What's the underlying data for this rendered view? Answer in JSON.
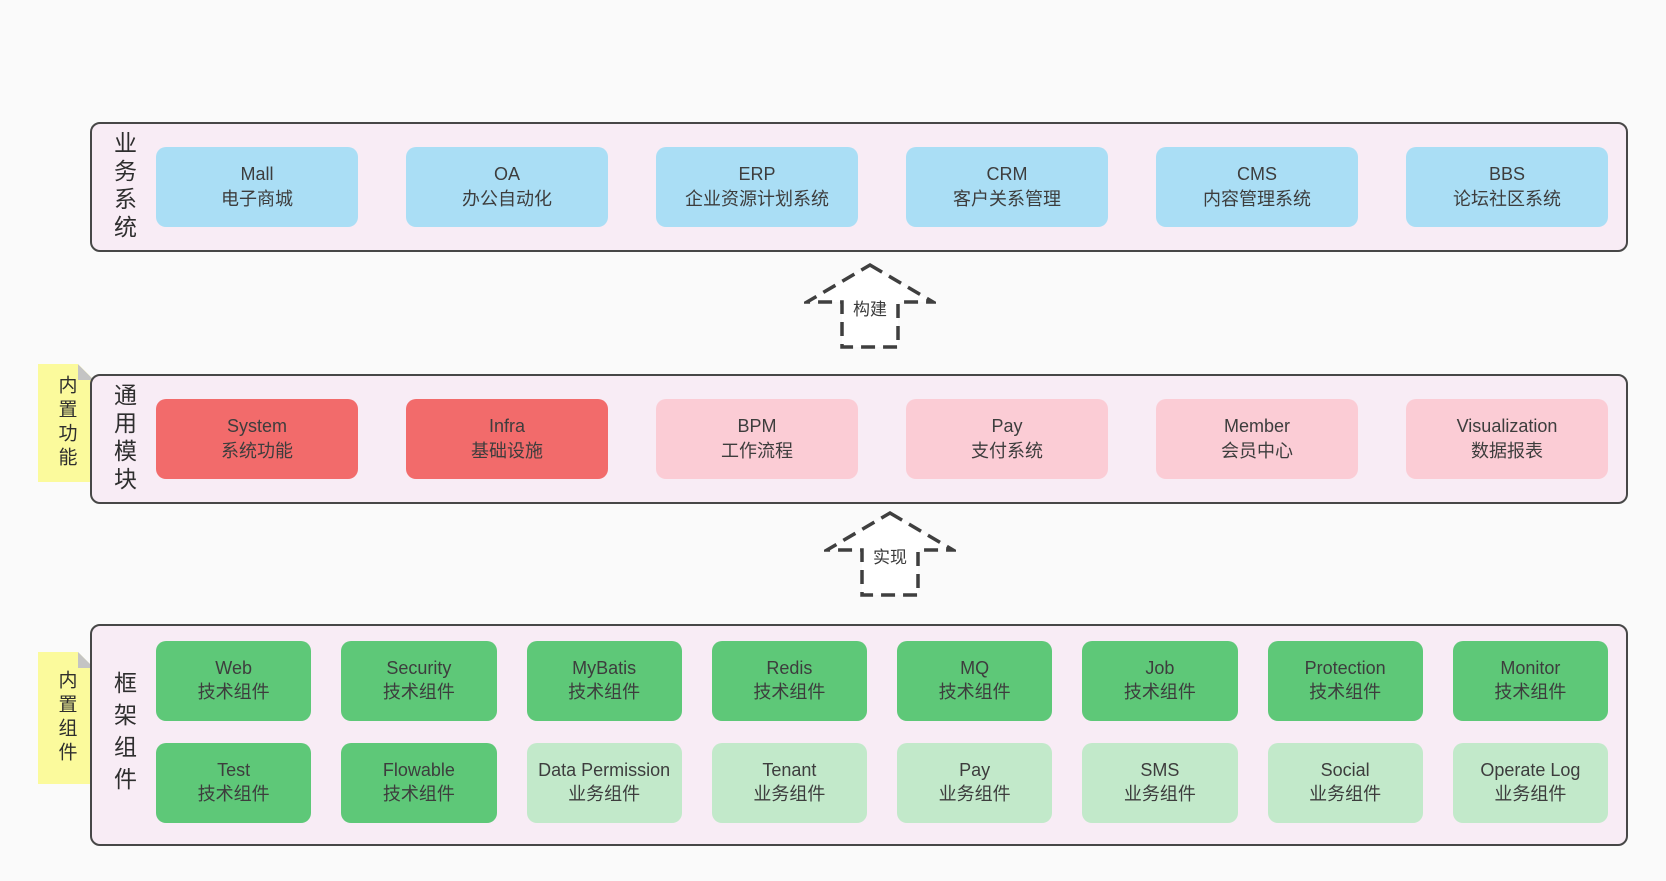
{
  "colors": {
    "page_bg": "#fafafa",
    "section_bg": "#f8ecf5",
    "section_border": "#474747",
    "box_blue": "#aadef5",
    "box_red": "#f26b6b",
    "box_pink": "#fbccd5",
    "box_green": "#5ec878",
    "box_lightgreen": "#c2e9ca",
    "note_yellow": "#fbfa9c",
    "note_fold_gray": "#c4c4c4",
    "text": "#3d3d3d"
  },
  "arrows": [
    {
      "label": "构建"
    },
    {
      "label": "实现"
    }
  ],
  "sections": [
    {
      "label": "业务系统",
      "boxes": [
        {
          "title": "Mall",
          "subtitle": "电子商城",
          "type": "blue"
        },
        {
          "title": "OA",
          "subtitle": "办公自动化",
          "type": "blue"
        },
        {
          "title": "ERP",
          "subtitle": "企业资源计划系统",
          "type": "blue"
        },
        {
          "title": "CRM",
          "subtitle": "客户关系管理",
          "type": "blue"
        },
        {
          "title": "CMS",
          "subtitle": "内容管理系统",
          "type": "blue"
        },
        {
          "title": "BBS",
          "subtitle": "论坛社区系统",
          "type": "blue"
        }
      ]
    },
    {
      "label": "通用模块",
      "note": "内置功能",
      "boxes": [
        {
          "title": "System",
          "subtitle": "系统功能",
          "type": "red"
        },
        {
          "title": "Infra",
          "subtitle": "基础设施",
          "type": "red"
        },
        {
          "title": "BPM",
          "subtitle": "工作流程",
          "type": "pink"
        },
        {
          "title": "Pay",
          "subtitle": "支付系统",
          "type": "pink"
        },
        {
          "title": "Member",
          "subtitle": "会员中心",
          "type": "pink"
        },
        {
          "title": "Visualization",
          "subtitle": "数据报表",
          "type": "pink"
        }
      ]
    },
    {
      "label": "框架组件",
      "note": "内置组件",
      "rows": [
        [
          {
            "title": "Web",
            "subtitle": "技术组件",
            "type": "green"
          },
          {
            "title": "Security",
            "subtitle": "技术组件",
            "type": "green"
          },
          {
            "title": "MyBatis",
            "subtitle": "技术组件",
            "type": "green"
          },
          {
            "title": "Redis",
            "subtitle": "技术组件",
            "type": "green"
          },
          {
            "title": "MQ",
            "subtitle": "技术组件",
            "type": "green"
          },
          {
            "title": "Job",
            "subtitle": "技术组件",
            "type": "green"
          },
          {
            "title": "Protection",
            "subtitle": "技术组件",
            "type": "green"
          },
          {
            "title": "Monitor",
            "subtitle": "技术组件",
            "type": "green"
          }
        ],
        [
          {
            "title": "Test",
            "subtitle": "技术组件",
            "type": "green"
          },
          {
            "title": "Flowable",
            "subtitle": "技术组件",
            "type": "green"
          },
          {
            "title": "Data Permission",
            "subtitle": "业务组件",
            "type": "lightgreen"
          },
          {
            "title": "Tenant",
            "subtitle": "业务组件",
            "type": "lightgreen"
          },
          {
            "title": "Pay",
            "subtitle": "业务组件",
            "type": "lightgreen"
          },
          {
            "title": "SMS",
            "subtitle": "业务组件",
            "type": "lightgreen"
          },
          {
            "title": "Social",
            "subtitle": "业务组件",
            "type": "lightgreen"
          },
          {
            "title": "Operate Log",
            "subtitle": "业务组件",
            "type": "lightgreen"
          }
        ]
      ]
    }
  ]
}
